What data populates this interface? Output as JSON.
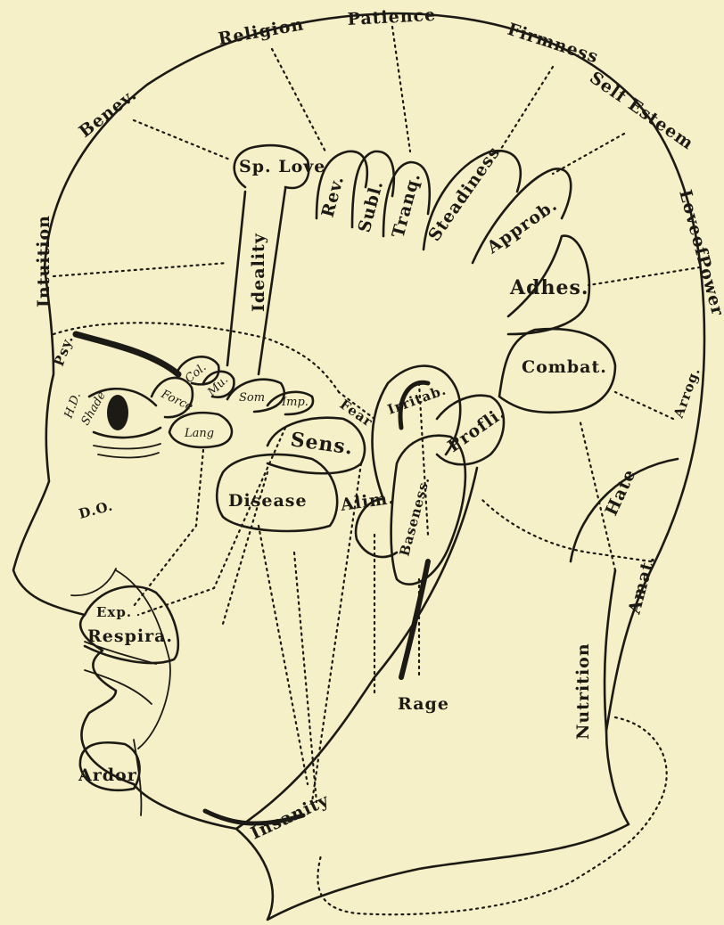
{
  "labels": {
    "religion": "Religion",
    "patience": "Patience",
    "firmness": "Firmness",
    "self_esteem": "Self Esteem",
    "benev": "Benev.",
    "intuition": "Intuition",
    "love_of_power": "LoveofPower",
    "sp_love": "Sp. Love",
    "rev": "Rev.",
    "subl": "Subl.",
    "tranq": "Tranq.",
    "steadiness": "Steadiness",
    "approb": "Approb.",
    "adhes": "Adhes.",
    "combat": "Combat.",
    "ideality": "Ideality",
    "arrog": "Arrog.",
    "hate": "Hate",
    "amat": "Amat.",
    "nutrition": "Nutrition",
    "psy": "Psy.",
    "hd": "H.D.",
    "shade": "Shade",
    "col": "Col.",
    "mu": "Mu.",
    "force": "Force",
    "lang": "Lang",
    "som": "Som",
    "imp": "Imp.",
    "fear": "Fear",
    "sens": "Sens.",
    "irritab": "Irritab.",
    "profli": "Profli.",
    "disease": "Disease",
    "alim": "Alim.",
    "baseness": "Baseness.",
    "do": "D.O.",
    "exp": "Exp.",
    "respira": "Respira.",
    "rage": "Rage",
    "ardor": "Ardor",
    "insanity": "Insanity"
  },
  "colors": {
    "ink": "#1c1a14",
    "paper": "#f6f0c8"
  }
}
